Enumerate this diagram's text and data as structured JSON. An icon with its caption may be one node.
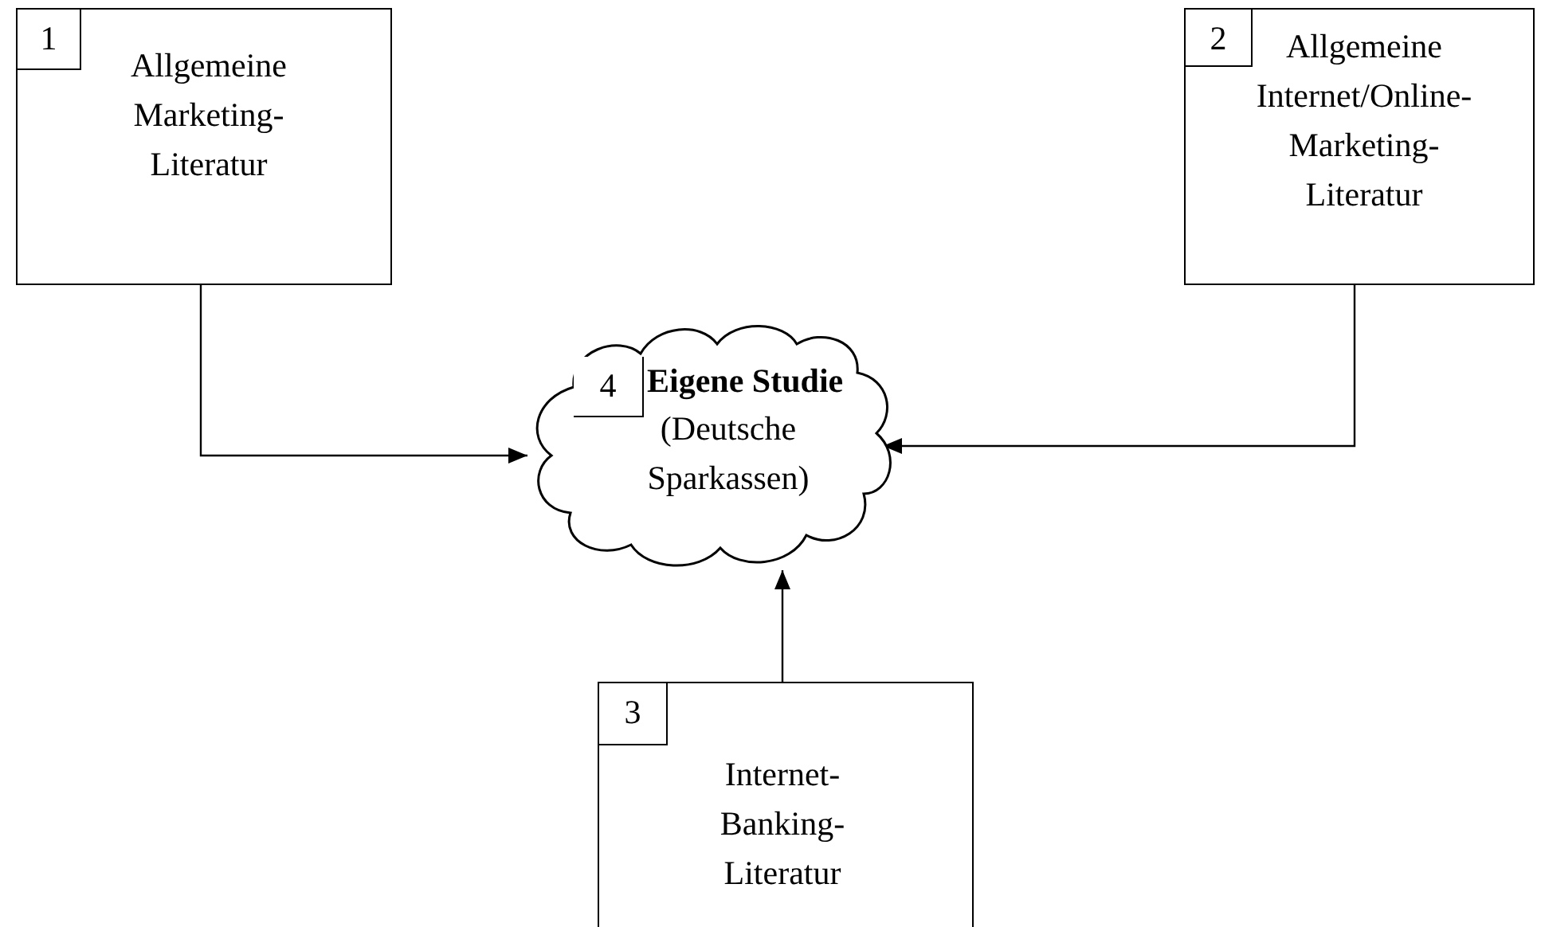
{
  "diagram": {
    "nodes": [
      {
        "text": [
          "Allgemeine Marketing-Literatur"
        ]
      },
      {
        "text": [
          "1"
        ],
        "in": 0
      },
      {
        "text": [
          "Allgemeine Internet/Online-Marketing-Literatur"
        ]
      },
      {
        "text": [
          "2"
        ],
        "in": 2
      },
      {
        "text": [
          "Eigene Studie",
          "(Deutsche Sparkassen)"
        ]
      },
      {
        "text": [
          "4"
        ],
        "in": 4
      },
      {
        "text": [
          "Internet-Banking-Literatur"
        ]
      },
      {
        "text": [
          "3"
        ],
        "in": 6
      }
    ],
    "edges": [
      {
        "from": 0,
        "to": 4,
        "arrow": "to"
      },
      {
        "from": 2,
        "to": 4,
        "arrow": "to"
      },
      {
        "from": 6,
        "to": 4,
        "arrow": "to"
      }
    ]
  }
}
